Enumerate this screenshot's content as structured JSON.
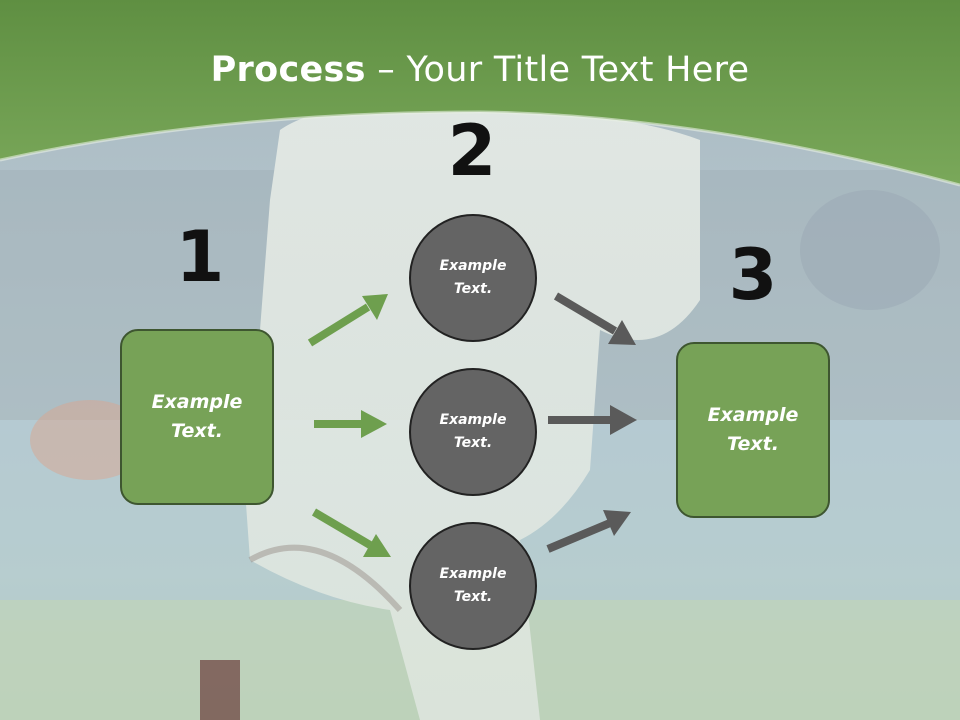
{
  "slide": {
    "title_bold": "Process",
    "title_rest": " – Your Title Text Here",
    "steps": [
      "1",
      "2",
      "3"
    ],
    "left_box": "Example Text.",
    "right_box": "Example Text.",
    "circles": [
      "Example Text.",
      "Example Text.",
      "Example Text."
    ]
  },
  "colors": {
    "green_box": "#77a257",
    "circle_fill": "#646464",
    "green_arrow": "#6e9f4e",
    "gray_arrow": "#5a5a5a",
    "header_green": "#6b9c4c"
  }
}
